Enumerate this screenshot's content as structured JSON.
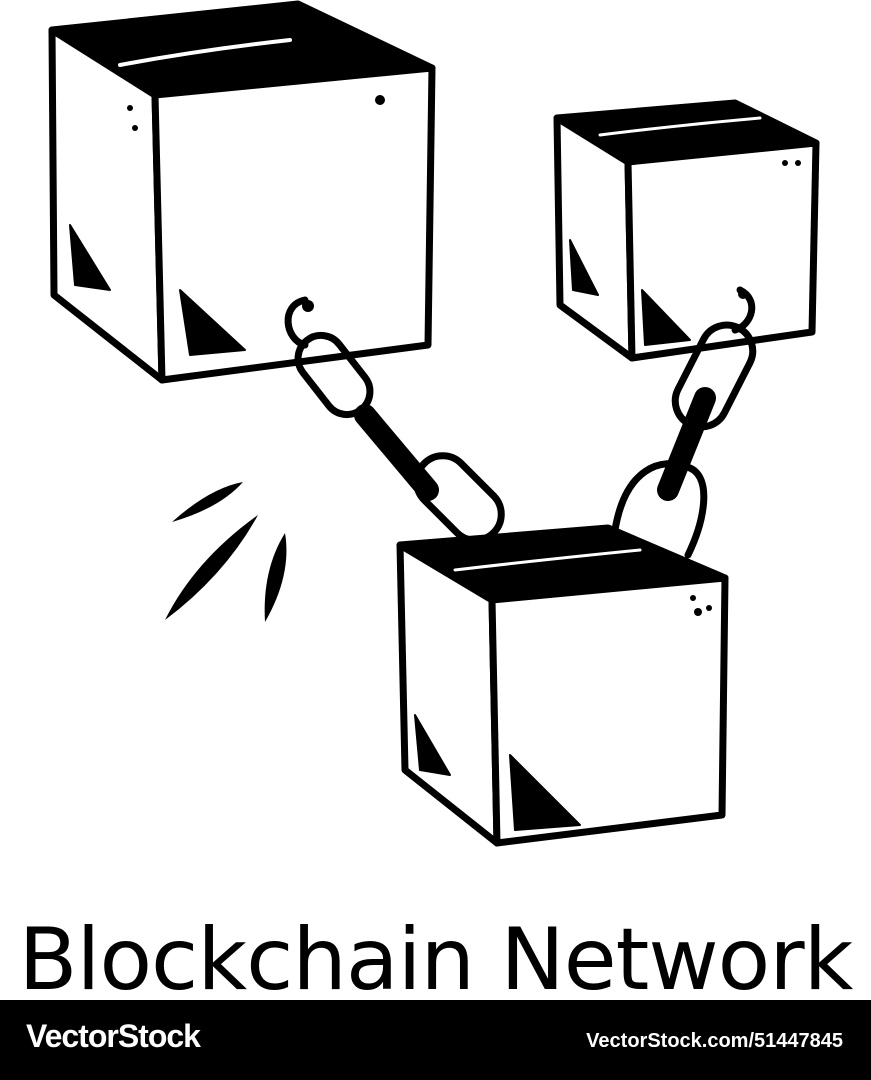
{
  "title": "Blockchain Network",
  "footer": {
    "brand": "VectorStock",
    "image_id": "VectorStock.com/51447845"
  },
  "illustration": {
    "icons": [
      "cube-icon",
      "cube-icon",
      "cube-icon",
      "chain-link-icon",
      "spark-icon"
    ]
  },
  "colors": {
    "ink": "#000000",
    "background": "#ffffff",
    "footer_bar": "#000000",
    "footer_text": "#ffffff"
  }
}
